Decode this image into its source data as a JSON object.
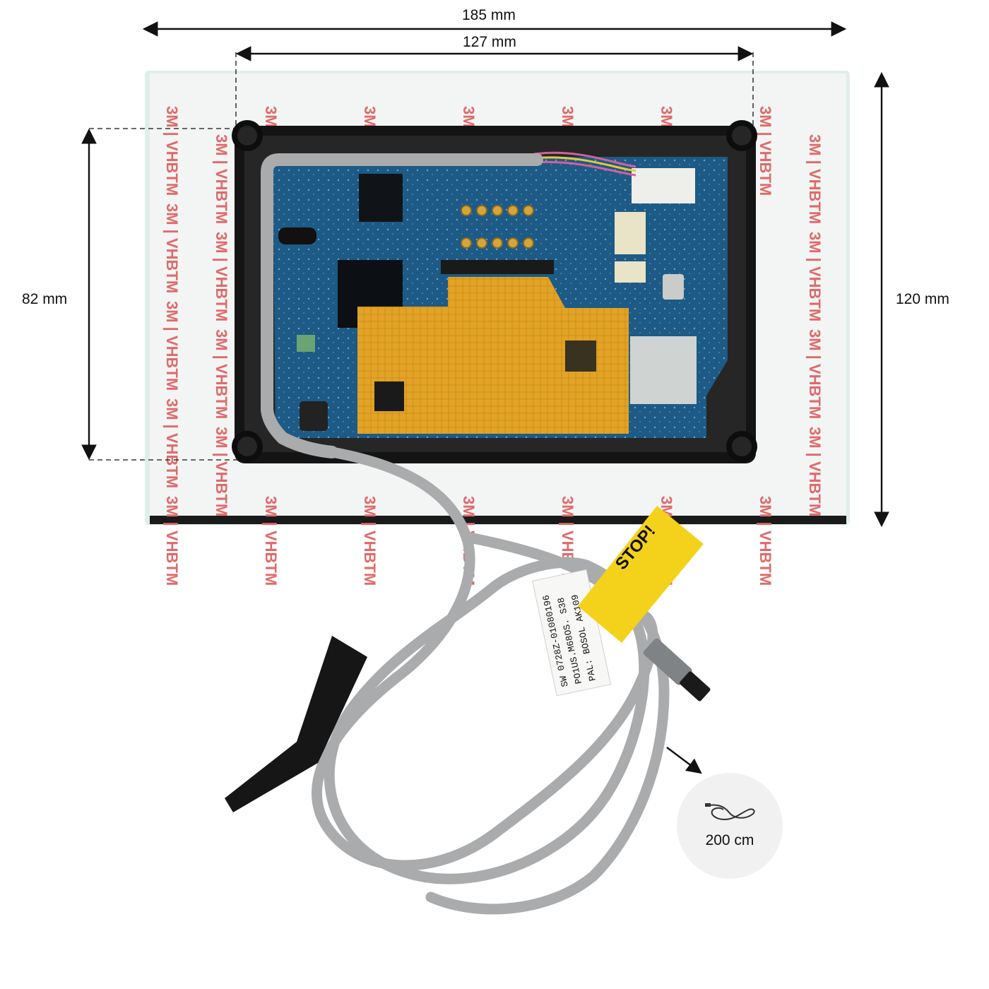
{
  "dimensions": {
    "overall_width": "185 mm",
    "cutout_width": "127 mm",
    "cutout_height": "82 mm",
    "overall_height": "120 mm"
  },
  "cable": {
    "length": "200 cm",
    "icon": "cable-icon"
  },
  "tape": {
    "brand": "3M",
    "product": "VHB",
    "tm": "TM"
  },
  "warning_tag": {
    "title": "STOP!",
    "color": "#f4d21b"
  },
  "cable_label": {
    "line1": "SW 0728Z-01080196",
    "line2": "PO1US.M68OS. S38",
    "line3": "PAL: BOSOL AK109"
  },
  "colors": {
    "tape_liner": "#f2f4f4",
    "tape_text": "#e06a6a",
    "pcb": "#1d5a86",
    "flex": "#e2a326",
    "frame": "#151515",
    "cable": "#a9abac"
  }
}
